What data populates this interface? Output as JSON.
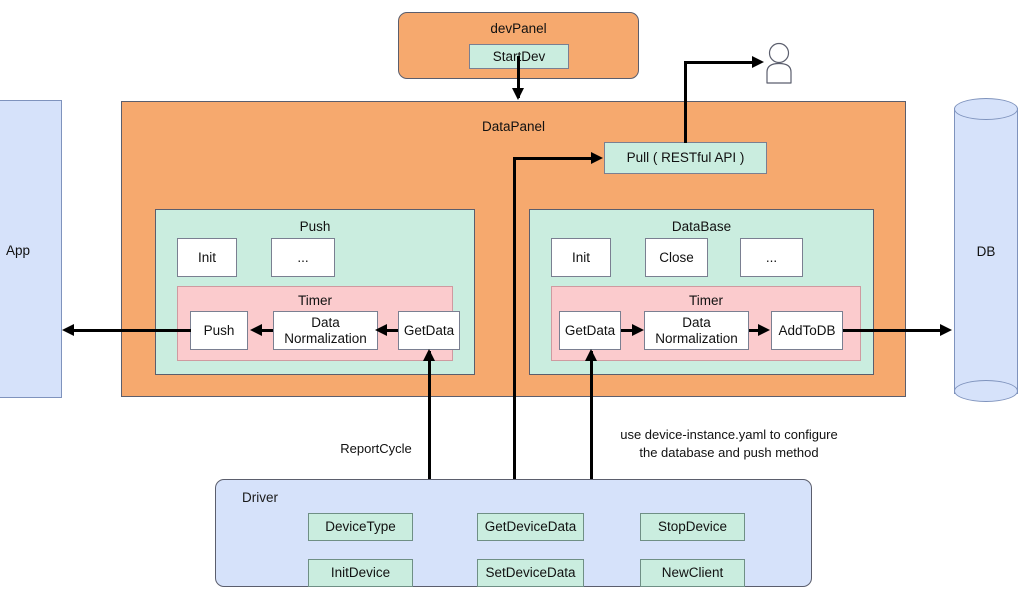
{
  "diagram": {
    "title_hidden": "",
    "dev_panel": {
      "label": "devPanel",
      "nodes": [
        {
          "label": "StartDev"
        }
      ]
    },
    "data_panel": {
      "label": "DataPanel",
      "pull": {
        "label": "Pull ( RESTful API )"
      },
      "push_group": {
        "label": "Push",
        "methods": [
          {
            "label": "Init"
          },
          {
            "label": "..."
          }
        ],
        "timer": {
          "label": "Timer",
          "steps": [
            {
              "label": "Push"
            },
            {
              "label": "Data Normalization"
            },
            {
              "label": "GetData"
            }
          ]
        }
      },
      "database_group": {
        "label": "DataBase",
        "methods": [
          {
            "label": "Init"
          },
          {
            "label": "Close"
          },
          {
            "label": "..."
          }
        ],
        "timer": {
          "label": "Timer",
          "steps": [
            {
              "label": "GetData"
            },
            {
              "label": "Data Normalization"
            },
            {
              "label": "AddToDB"
            }
          ]
        }
      }
    },
    "app": {
      "label": "App"
    },
    "db": {
      "label": "DB"
    },
    "user": {
      "label": "user-actor"
    },
    "driver": {
      "label": "Driver",
      "nodes": [
        {
          "label": "DeviceType"
        },
        {
          "label": "GetDeviceData"
        },
        {
          "label": "StopDevice"
        },
        {
          "label": "InitDevice"
        },
        {
          "label": "SetDeviceData"
        },
        {
          "label": "NewClient"
        }
      ]
    },
    "annotations": {
      "report_cycle": "ReportCycle",
      "config_note_line1": "use device-instance.yaml to configure",
      "config_note_line2": "the database and push method"
    },
    "colors": {
      "orange": "#f6a96e",
      "mint": "#caeddf",
      "pink": "#fbcbcd",
      "blue": "#d6e2fa",
      "stroke": "#5b5e6d",
      "arrow": "#000000"
    }
  }
}
